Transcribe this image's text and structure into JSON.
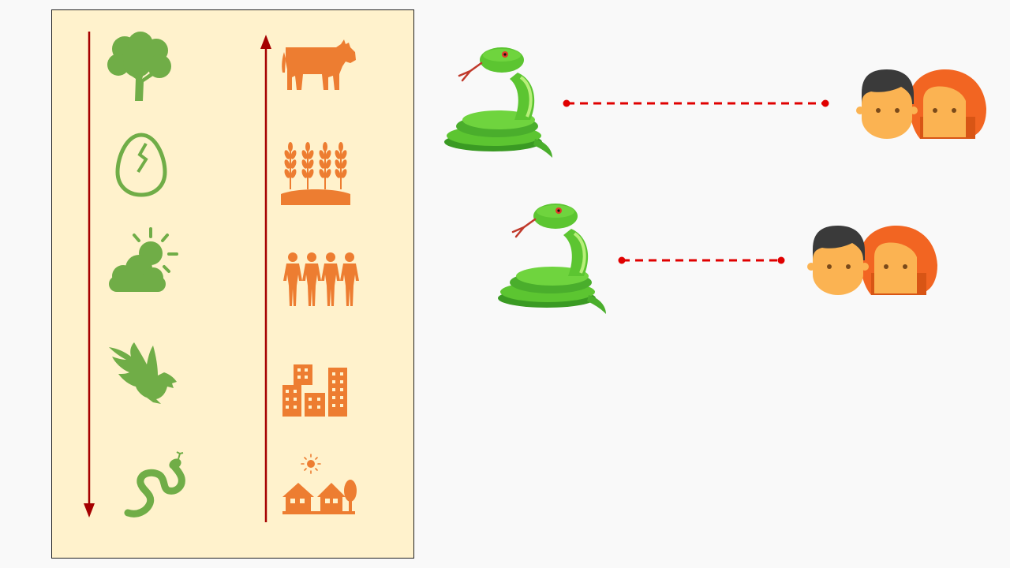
{
  "colors": {
    "panel_background": "#fff2cc",
    "panel_border": "#222222",
    "nature_icon": "#70ad47",
    "human_icon": "#ed7d31",
    "arrow": "#a50000",
    "connector": "#e00000",
    "snake_green": "#5cc531",
    "face_skin": "#fbb352",
    "hair_dark": "#3a3a3a",
    "hair_red": "#f26522"
  },
  "left_column": {
    "arrow_direction": "down",
    "icons": [
      "tree-icon",
      "cracked-egg-icon",
      "sun-cloud-icon",
      "eagle-icon",
      "snake-icon"
    ]
  },
  "right_column": {
    "arrow_direction": "up",
    "icons": [
      "cow-icon",
      "wheat-field-icon",
      "people-group-icon",
      "city-buildings-icon",
      "village-houses-icon"
    ]
  },
  "relations": [
    {
      "from": "snake-emoji",
      "to": "couple-emoji",
      "line_style": "dashed"
    },
    {
      "from": "snake-emoji",
      "to": "couple-emoji",
      "line_style": "dashed"
    }
  ]
}
